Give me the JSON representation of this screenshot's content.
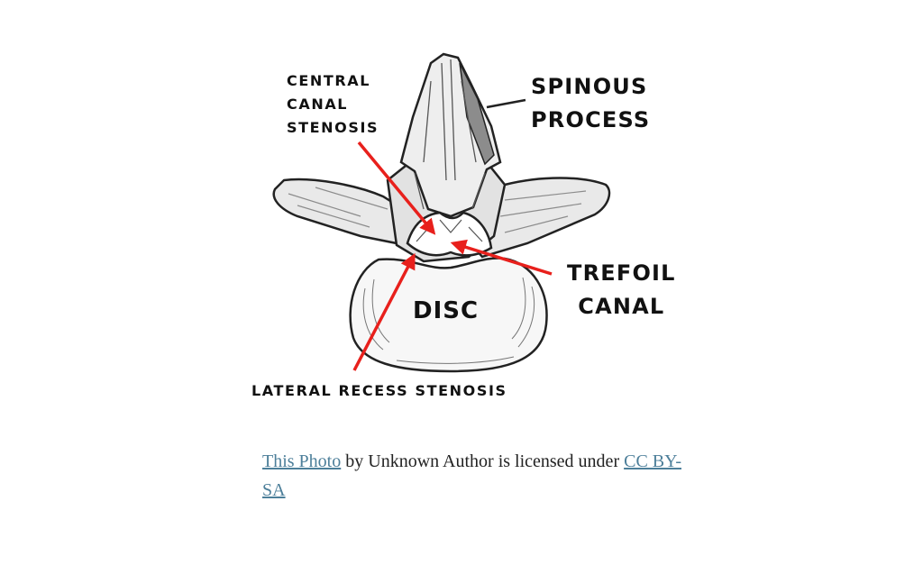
{
  "diagram": {
    "labels": {
      "central_canal_stenosis": [
        "CENTRAL",
        "CANAL",
        "STENOSIS"
      ],
      "spinous_process": [
        "SPINOUS",
        "PROCESS"
      ],
      "trefoil_canal": [
        "TREFOIL",
        "CANAL"
      ],
      "disc": "DISC",
      "lateral_recess_stenosis": "LATERAL RECESS STENOSIS"
    },
    "colors": {
      "arrow": "#e8201c",
      "outline": "#222222",
      "bone_fill": "#e9e9e9",
      "shade": "#8c8c8c"
    }
  },
  "attribution": {
    "link1": "This Photo",
    "middle": " by Unknown Author is licensed under ",
    "link2": "CC BY-SA"
  }
}
